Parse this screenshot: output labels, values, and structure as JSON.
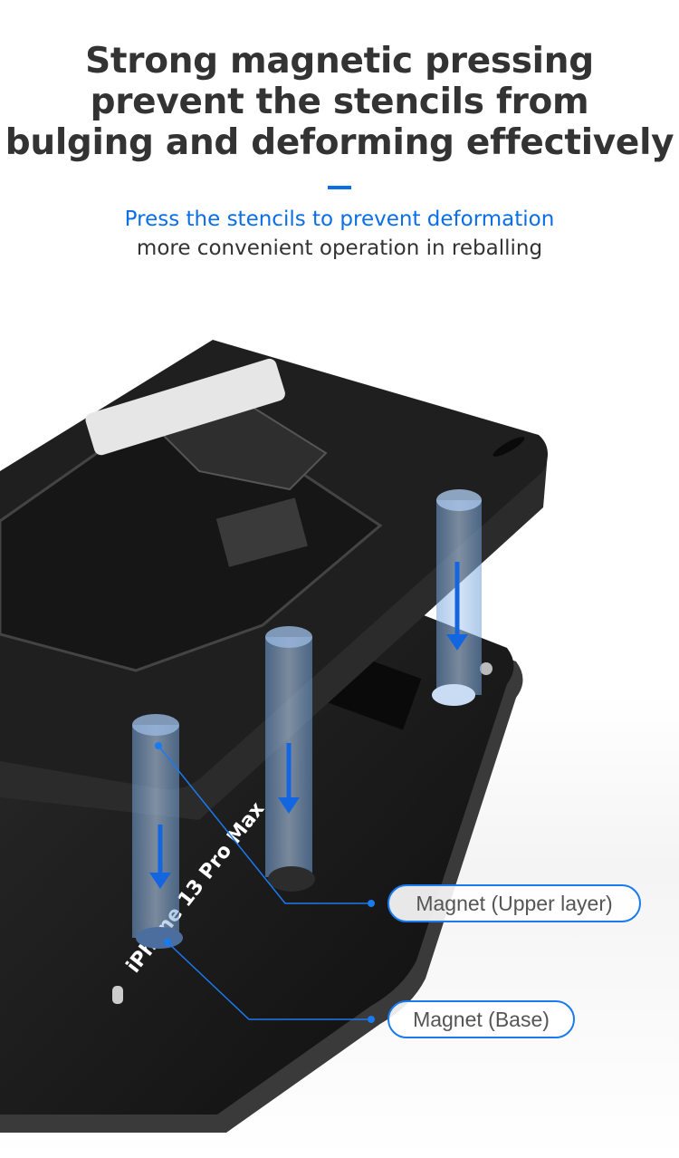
{
  "headline": {
    "lines": [
      "Strong magnetic pressing",
      "prevent the stencils from",
      "bulging and deforming effectively"
    ]
  },
  "subtitle": {
    "highlight": "Press the stencils to prevent deformation",
    "detail": "more convenient operation in reballing"
  },
  "product": {
    "engraved_model": "iPhone 13 Pro Max"
  },
  "callouts": [
    {
      "label": "Magnet (Upper layer)"
    },
    {
      "label": "Magnet (Base)"
    }
  ],
  "colors": {
    "accent": "#0a6ee6",
    "text": "#333333",
    "plate": "#1c1c1c"
  }
}
